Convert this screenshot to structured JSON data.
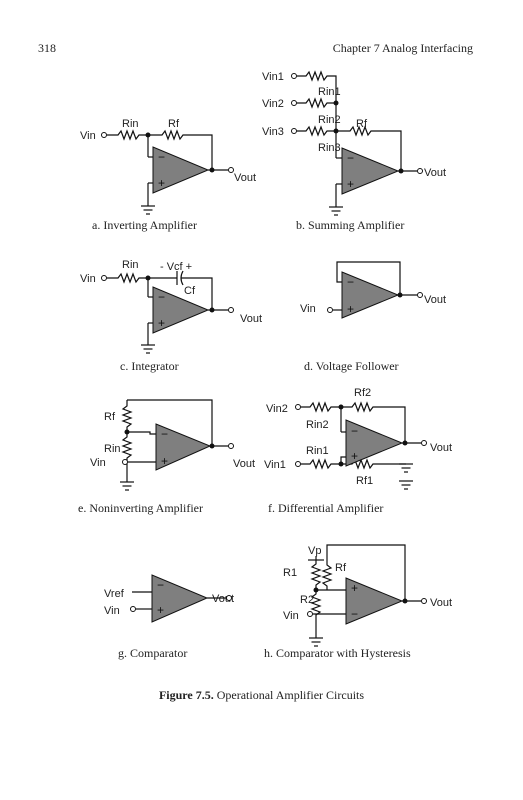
{
  "header": {
    "page_number": "318",
    "chapter": "Chapter 7  Analog Interfacing"
  },
  "figure": {
    "label": "Figure 7.5.",
    "title": "Operational Amplifier Circuits"
  },
  "circuits": {
    "a": {
      "caption": "a. Inverting Amplifier",
      "vin": "Vin",
      "rin": "Rin",
      "rf": "Rf",
      "vout": "Vout"
    },
    "b": {
      "caption": "b. Summing Amplifier",
      "vin1": "Vin1",
      "rin1": "Rin1",
      "vin2": "Vin2",
      "rin2": "Rin2",
      "vin3": "Vin3",
      "rin3": "Rin3",
      "rf": "Rf",
      "vout": "Vout"
    },
    "c": {
      "caption": "c. Integrator",
      "vin": "Vin",
      "rin": "Rin",
      "vcf": "- Vcf +",
      "cf": "Cf",
      "vout": "Vout"
    },
    "d": {
      "caption": "d. Voltage Follower",
      "vin": "Vin",
      "vout": "Vout"
    },
    "e": {
      "caption": "e. Noninverting Amplifier",
      "rf": "Rf",
      "rin": "Rin",
      "vin": "Vin",
      "vout": "Vout"
    },
    "f": {
      "caption": "f. Differential Amplifier",
      "vin2": "Vin2",
      "rf2": "Rf2",
      "rin2": "Rin2",
      "rin1": "Rin1",
      "vin1": "Vin1",
      "rf1": "Rf1",
      "vout": "Vout"
    },
    "g": {
      "caption": "g. Comparator",
      "vref": "Vref",
      "vin": "Vin",
      "vout": "Vout"
    },
    "h": {
      "caption": "h. Comparator with Hysteresis",
      "vp": "Vp",
      "r1": "R1",
      "rf": "Rf",
      "r2": "R2",
      "vin": "Vin",
      "vout": "Vout"
    }
  }
}
